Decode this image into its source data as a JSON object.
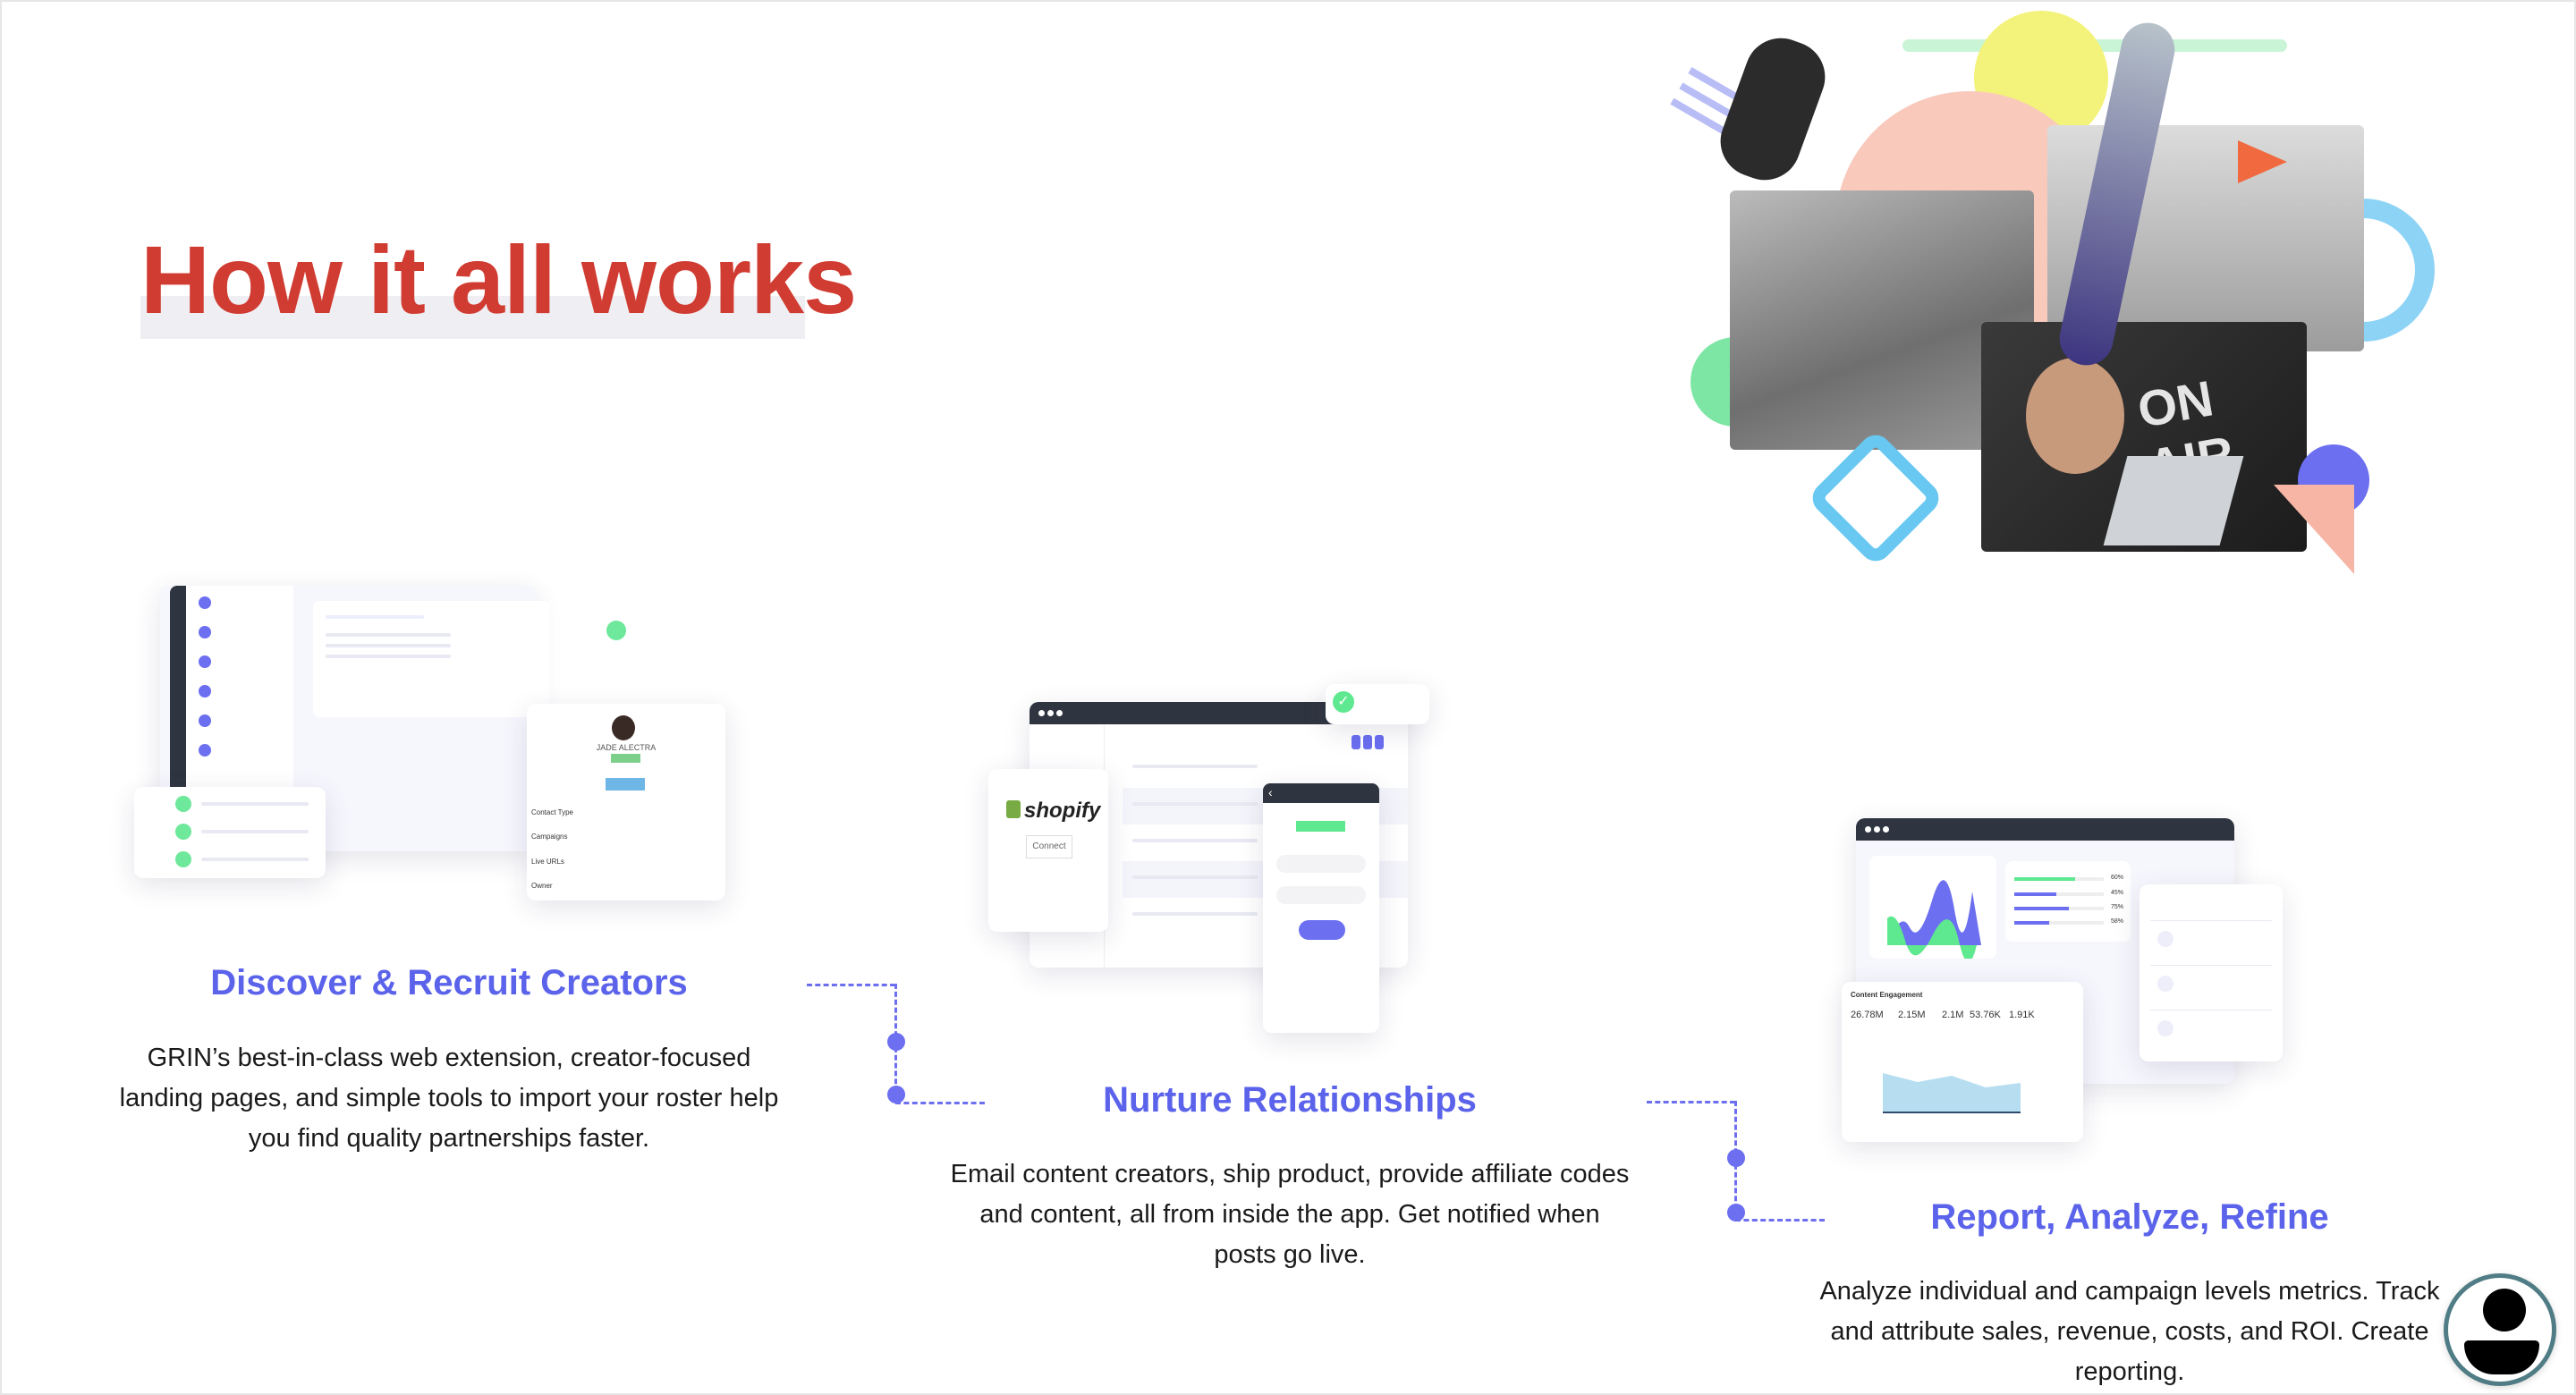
{
  "header": {
    "title": "How it all works"
  },
  "steps": [
    {
      "title": "Discover & Recruit Creators",
      "body": "GRIN’s best-in-class web extension, creator-focused landing pages, and simple tools to import your roster help you find quality partnerships faster."
    },
    {
      "title": "Nurture Relationships",
      "body": "Email content creators, ship product, provide affiliate codes and content, all from inside the app. Get notified when posts go live."
    },
    {
      "title": "Report, Analyze, Refine",
      "body": "Analyze individual and campaign levels metrics. Track and attribute sales, revenue, costs, and ROI. Create reporting."
    }
  ],
  "mockup1": {
    "profile_name": "JADE ALECTRA",
    "fields": [
      "Contact Type",
      "Campaigns",
      "Live URLs",
      "Owner"
    ]
  },
  "mockup2": {
    "brand": "shopify",
    "connect": "Connect"
  },
  "mockup3": {
    "card_title": "Content Engagement",
    "metrics": [
      "26.78M",
      "2.15M",
      "2.1M",
      "53.76K",
      "1.91K"
    ],
    "percents": [
      "60%",
      "45%",
      "75%",
      "58%"
    ]
  },
  "hero": {
    "sign": "ON AIR"
  },
  "colors": {
    "title": "#d03c32",
    "accent": "#5b63eb",
    "green": "#5ee88f"
  }
}
